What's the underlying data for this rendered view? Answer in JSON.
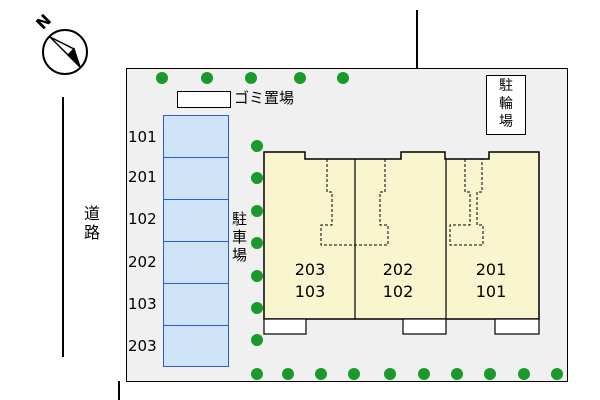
{
  "compass": {
    "label": "N"
  },
  "road": {
    "label": [
      "道",
      "路"
    ]
  },
  "garbage": {
    "label": "ゴミ置場"
  },
  "bike_parking": {
    "label": [
      "駐",
      "輪",
      "場"
    ]
  },
  "car_parking": {
    "label": [
      "駐",
      "車",
      "場"
    ]
  },
  "parking_slots": [
    "101",
    "201",
    "102",
    "202",
    "103",
    "203"
  ],
  "units": [
    {
      "upper": "203",
      "lower": "103"
    },
    {
      "upper": "202",
      "lower": "102"
    },
    {
      "upper": "201",
      "lower": "101"
    }
  ],
  "colors": {
    "building": "#f8f5cf",
    "parking": "#cfe5f7",
    "parking_border": "#2a5cd6",
    "tree": "#1a9a2a",
    "lot": "#f0f0f0"
  }
}
